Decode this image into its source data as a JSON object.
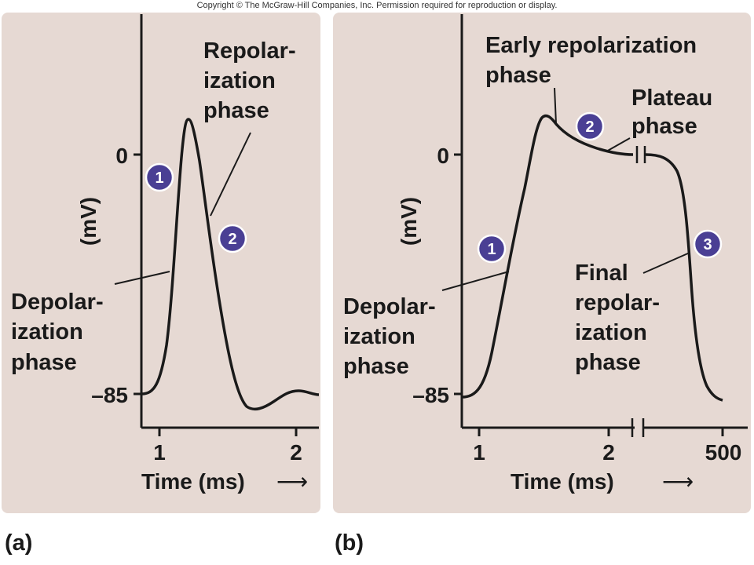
{
  "copyright": "Copyright © The McGraw-Hill Companies, Inc. Permission required for reproduction or display.",
  "colors": {
    "panel": "#e6d9d3",
    "curve": "#1a1a1a",
    "badge": "#4a3f94",
    "badge_text": "#ffffff"
  },
  "panel_a": {
    "label": "(a)",
    "y_axis_label": "(mV)",
    "y_ticks": [
      "0",
      "–85"
    ],
    "x_ticks": [
      "1",
      "2"
    ],
    "x_axis_label": "Time (ms)",
    "arrow": "⟶",
    "phases": [
      {
        "badge": "1",
        "lines": [
          "Depolar-",
          "ization",
          "phase"
        ]
      },
      {
        "badge": "2",
        "lines": [
          "Repolar-",
          "ization",
          "phase"
        ]
      }
    ]
  },
  "panel_b": {
    "label": "(b)",
    "y_axis_label": "(mV)",
    "y_ticks": [
      "0",
      "–85"
    ],
    "x_ticks": [
      "1",
      "2",
      "500"
    ],
    "x_axis_label": "Time (ms)",
    "arrow": "⟶",
    "phases": [
      {
        "badge": "1",
        "lines": [
          "Depolar-",
          "ization",
          "phase"
        ]
      },
      {
        "badge": "",
        "lines": [
          "Early repolarization",
          "phase"
        ]
      },
      {
        "badge": "2",
        "lines": [
          "Plateau",
          "phase"
        ]
      },
      {
        "badge": "3",
        "lines": [
          "Final",
          "repolar-",
          "ization",
          "phase"
        ]
      }
    ]
  }
}
